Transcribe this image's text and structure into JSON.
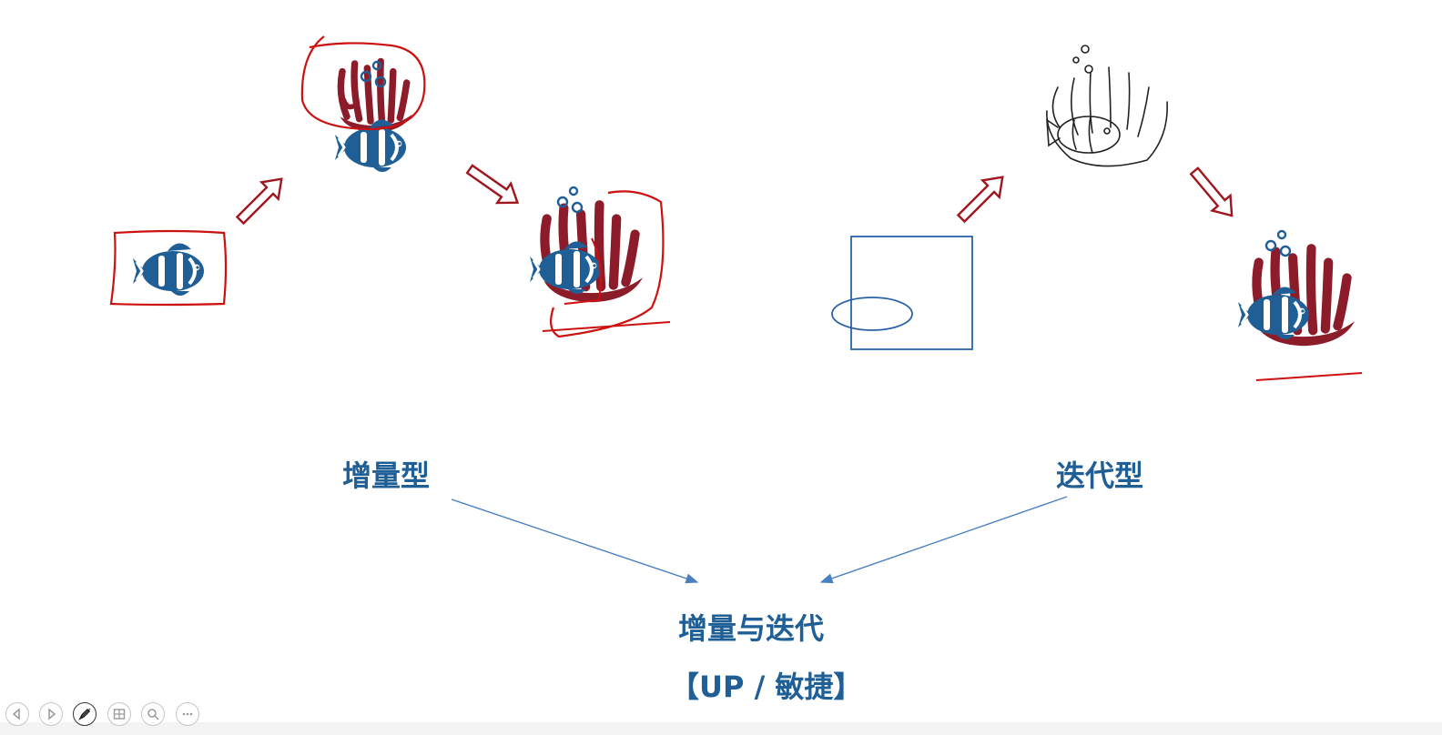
{
  "labels": {
    "incremental": "增量型",
    "iterative": "迭代型",
    "combined": "增量与迭代",
    "agile": "【UP / 敏捷】"
  },
  "colors": {
    "label_blue": "#1f5f96",
    "fish_blue": "#1f5f96",
    "anemone_red": "#8c1c2a",
    "annotation_red": "#cc1111",
    "connector_blue": "#4a7fc1",
    "sketch_blue": "#2a62a8"
  },
  "controls": [
    {
      "name": "previous-slide-icon"
    },
    {
      "name": "next-slide-icon"
    },
    {
      "name": "pen-icon"
    },
    {
      "name": "slides-overview-icon"
    },
    {
      "name": "zoom-icon"
    },
    {
      "name": "more-options-icon"
    }
  ]
}
